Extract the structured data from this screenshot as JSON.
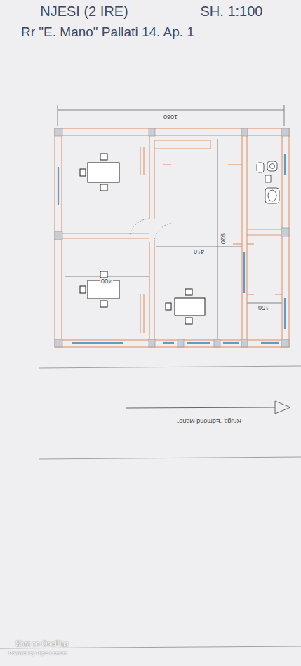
{
  "diagram": {
    "title": "Rr \"E. Mano\" Pallati 14. Ap. 1",
    "labels": [
      "NJESI (2 IRE)",
      "SH. 1:100",
      "1060",
      "920",
      "410",
      "400",
      "150",
      "Rruga \"Edmond Mano\"",
      "Shot on OnePlus",
      "Powered by Triple Camera"
    ]
  }
}
